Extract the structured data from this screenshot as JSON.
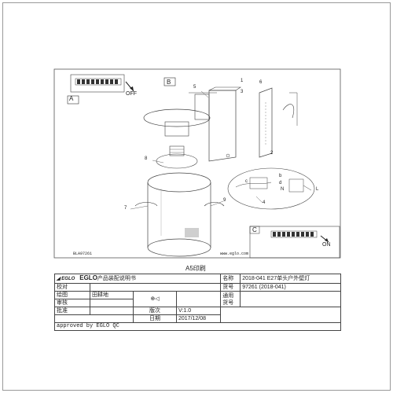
{
  "drawing": {
    "panel_a": "A",
    "panel_b": "B",
    "panel_c": "C",
    "switch_off": "OFF",
    "switch_on": "ON",
    "art_no": "BLA97261",
    "website": "www.eglo.com",
    "callouts": [
      "1",
      "2",
      "3",
      "4",
      "5",
      "6",
      "7",
      "8",
      "9",
      "b",
      "c",
      "d",
      "N",
      "L"
    ],
    "sheet_size": "A5印刷"
  },
  "title_block": {
    "brand": "EGLO",
    "doc_title": "产品装配说明书",
    "logo_text": "EGLO",
    "name_label": "名称",
    "name_value": "2018-041 E27单头户外壁灯",
    "check_label": "校对",
    "drawing_label": "绘图",
    "drawing_value": "田耕地",
    "review_label": "审核",
    "approve_label": "批准",
    "version_label": "版次",
    "version_value": "V:1.0",
    "date_label": "日期",
    "date_value": "2017/12/08",
    "item_label": "货号",
    "item_value": "97261 (2018-041)",
    "general_label": "通用",
    "general_label2": "货号",
    "approved_by": "approved by EGLO QC"
  }
}
